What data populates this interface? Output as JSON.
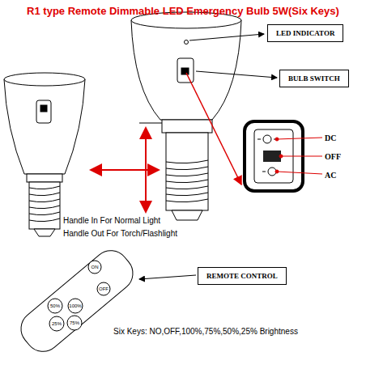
{
  "diagram": {
    "title": "R1 type Remote Dimmable LED Emergency Bulb 5W(Six Keys)",
    "nodes": [
      {
        "text": [
          "LED INDICATOR"
        ]
      },
      {
        "text": [
          "BULB SWITCH"
        ]
      },
      {
        "text": [
          "REMOTE CONTROL"
        ]
      }
    ],
    "labels": [
      "DC",
      "OFF",
      "AC",
      "Handle In For Normal Light",
      "Handle Out For Torch/Flashlight",
      "ON",
      "OFF",
      "100%",
      "75%",
      "50%",
      "25%",
      "Six Keys: NO,OFF,100%,75%,50%,25% Brightness"
    ]
  }
}
